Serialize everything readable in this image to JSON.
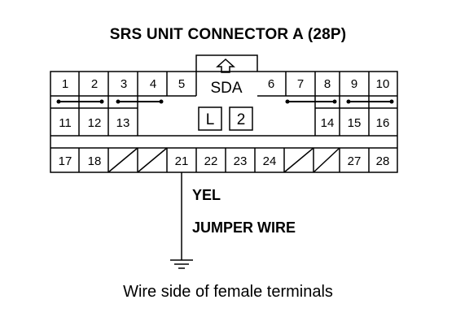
{
  "title": "SRS UNIT CONNECTOR A (28P)",
  "caption": "Wire side of female terminals",
  "wire_color_label": "YEL",
  "jumper_label": "JUMPER WIRE",
  "center": {
    "marker": "SDA",
    "box_left": "L",
    "box_right": "2"
  },
  "terminals": {
    "row1": [
      "1",
      "2",
      "3",
      "4",
      "5",
      "6",
      "7",
      "8",
      "9",
      "10"
    ],
    "row2": [
      "11",
      "12",
      "13",
      "14",
      "15",
      "16"
    ],
    "row3": [
      "17",
      "18",
      "21",
      "22",
      "23",
      "24",
      "27",
      "28"
    ]
  }
}
